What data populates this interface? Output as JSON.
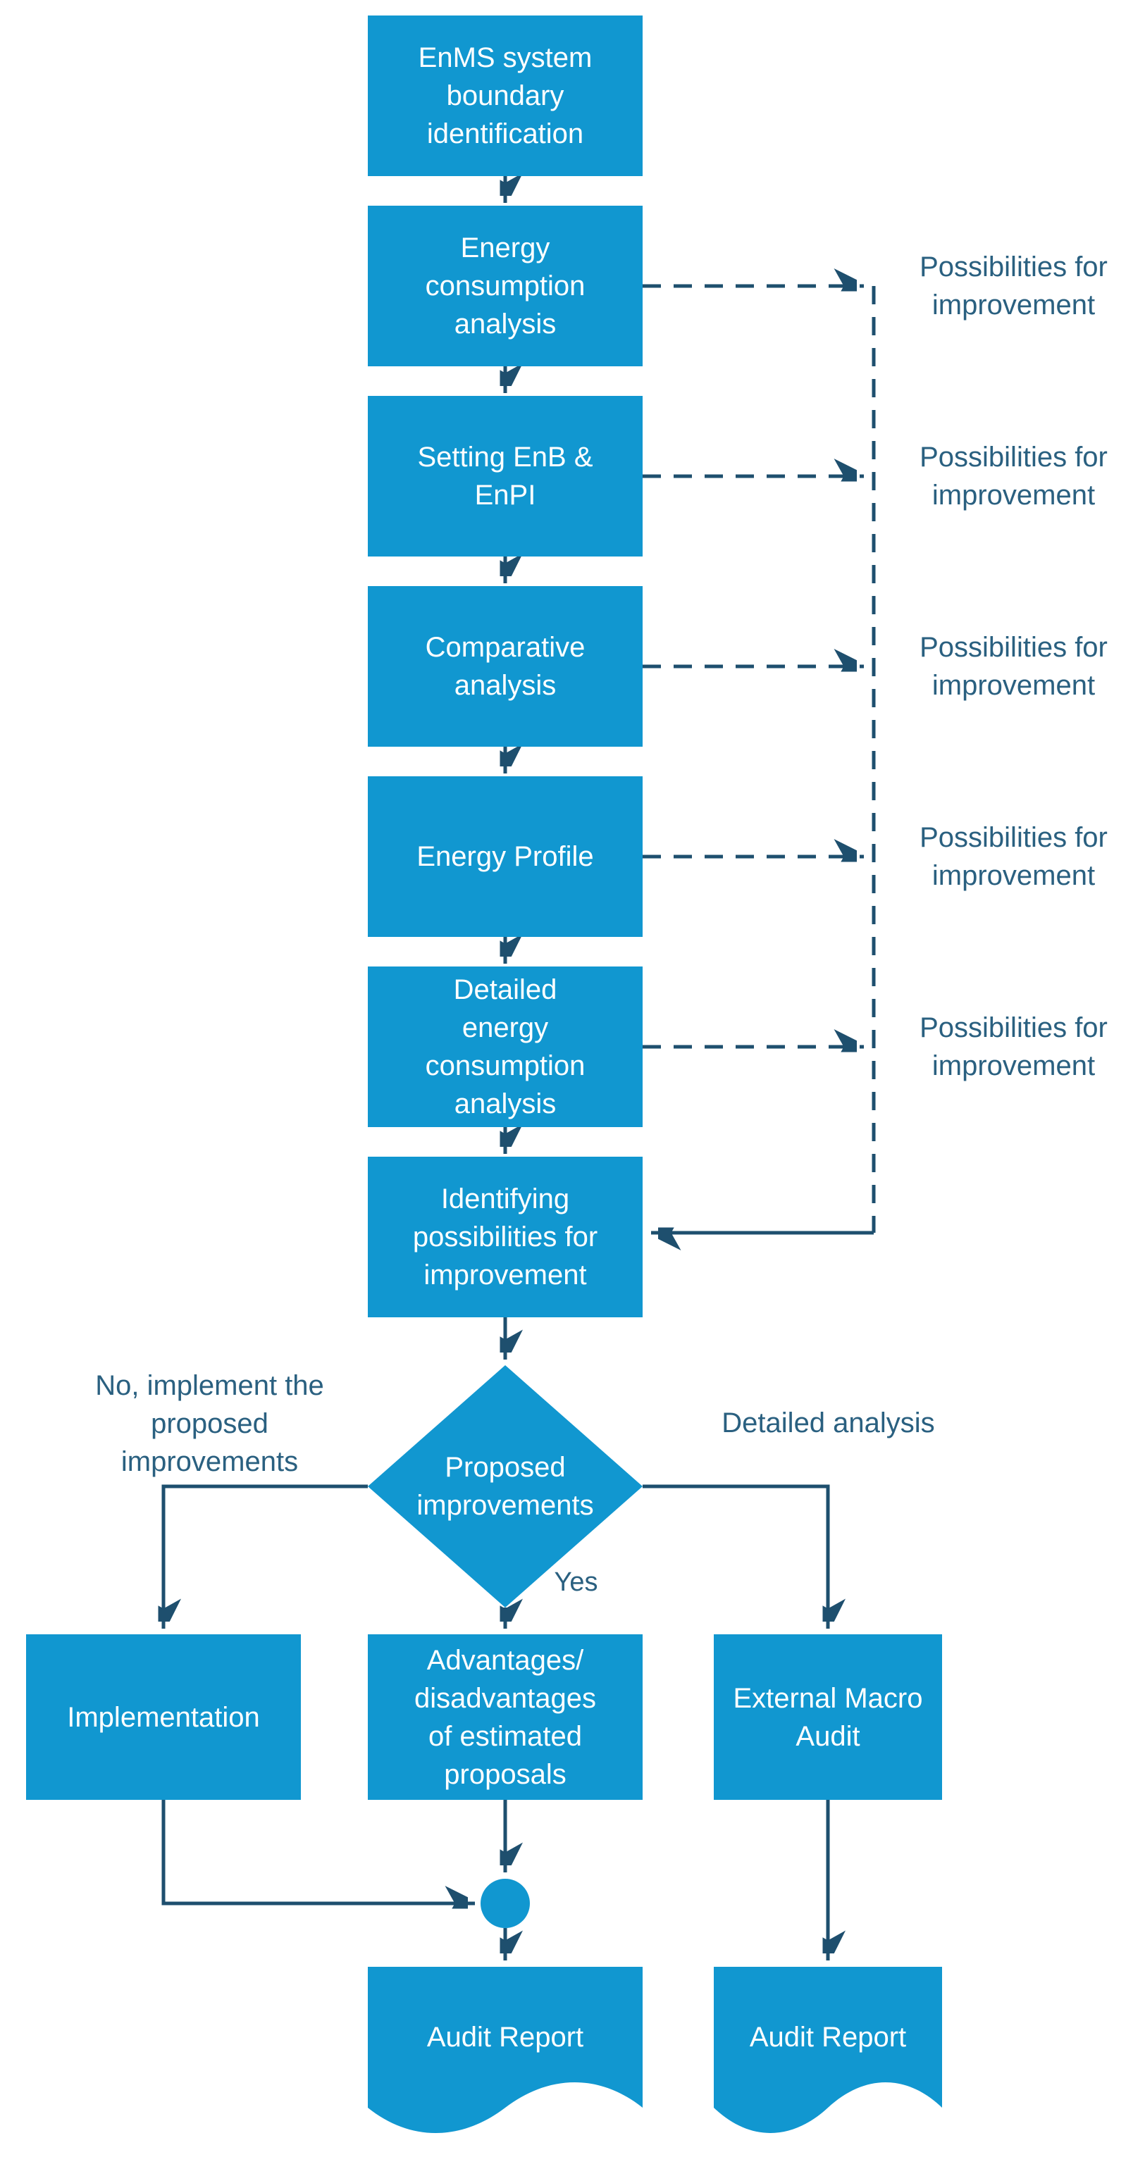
{
  "diagram": {
    "title": "EnMS audit process flowchart",
    "colors": {
      "node_fill": "#1197d0",
      "connector_line": "#1e4f6e",
      "annotation_text": "#2a6080",
      "node_text": "#ffffff",
      "background": "#ffffff"
    },
    "process_steps": [
      {
        "label": "EnMS system\nboundary\nidentification"
      },
      {
        "label": "Energy\nconsumption\nanalysis"
      },
      {
        "label": "Setting EnB &\nEnPI"
      },
      {
        "label": "Comparative\nanalysis"
      },
      {
        "label": "Energy Profile"
      },
      {
        "label": "Detailed\nenergy\nconsumption\nanalysis"
      },
      {
        "label": "Identifying\npossibilities for\nimprovement"
      }
    ],
    "side_labels": [
      "Possibilities for\nimprovement",
      "Possibilities for\nimprovement",
      "Possibilities for\nimprovement",
      "Possibilities for\nimprovement",
      "Possibilities for\nimprovement"
    ],
    "decision": {
      "label": "Proposed\nimprovements",
      "no_branch_label": "No, implement the\nproposed\nimprovements",
      "yes_branch_label": "Yes",
      "right_branch_label": "Detailed analysis"
    },
    "outcome_steps": [
      {
        "label": "Implementation"
      },
      {
        "label": "Advantages/\ndisadvantages\nof estimated\nproposals"
      },
      {
        "label": "External Macro\nAudit"
      }
    ],
    "documents": [
      {
        "label": "Audit Report"
      },
      {
        "label": "Audit Report"
      }
    ]
  }
}
